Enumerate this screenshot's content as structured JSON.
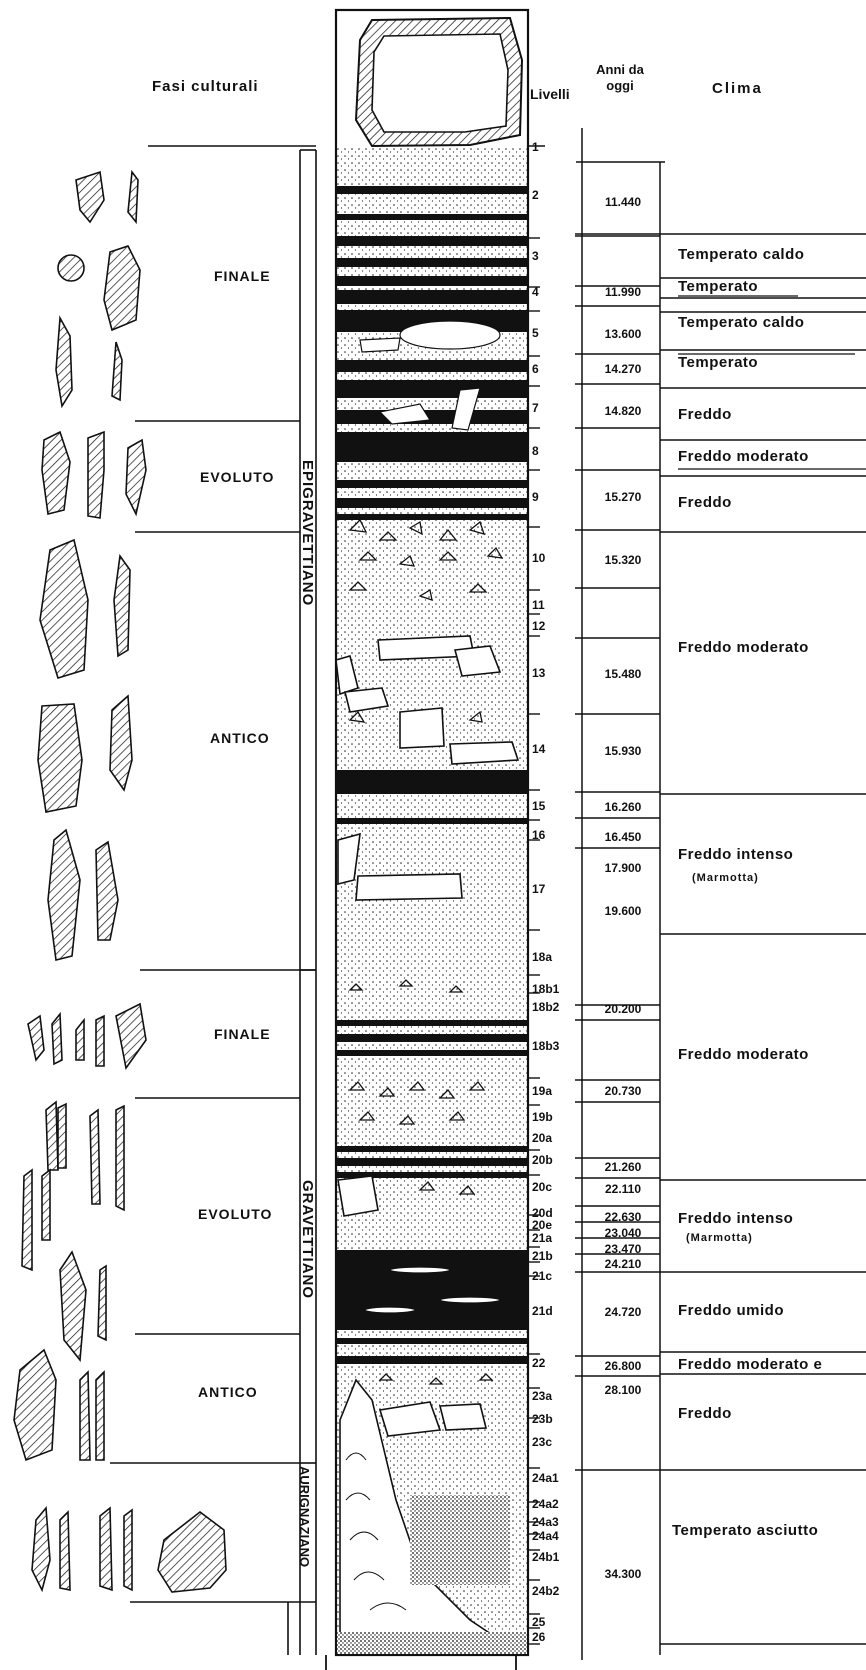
{
  "headers": {
    "fasi": "Fasi culturali",
    "livelli": "Livelli",
    "anni_line1": "Anni da",
    "anni_line2": "oggi",
    "clima": "Clima"
  },
  "cultures": {
    "epigravettiano": "EPIGRAVETTIANO",
    "gravettiano": "GRAVETTIANO",
    "aurignaziano": "AURIGNAZIANO"
  },
  "phases": [
    {
      "label": "FINALE",
      "group": "epigravettiano"
    },
    {
      "label": "EVOLUTO",
      "group": "epigravettiano"
    },
    {
      "label": "ANTICO",
      "group": "epigravettiano"
    },
    {
      "label": "FINALE",
      "group": "gravettiano"
    },
    {
      "label": "EVOLUTO",
      "group": "gravettiano"
    },
    {
      "label": "ANTICO",
      "group": "gravettiano"
    }
  ],
  "levels": [
    "1",
    "2",
    "3",
    "4",
    "5",
    "6",
    "7",
    "8",
    "9",
    "10",
    "11",
    "12",
    "13",
    "14",
    "15",
    "16",
    "17",
    "18a",
    "18b1",
    "18b2",
    "18b3",
    "19a",
    "19b",
    "20a",
    "20b",
    "20c",
    "20d",
    "20e",
    "21a",
    "21b",
    "21c",
    "21d",
    "22",
    "23a",
    "23b",
    "23c",
    "24a1",
    "24a2",
    "24a3",
    "24a4",
    "24b1",
    "24b2",
    "25",
    "26"
  ],
  "dates": [
    "11.440",
    "11.990",
    "13.600",
    "14.270",
    "14.820",
    "15.270",
    "15.320",
    "15.480",
    "15.930",
    "16.260",
    "16.450",
    "17.900",
    "19.600",
    "20.200",
    "20.730",
    "21.260",
    "22.110",
    "22.630",
    "23.040",
    "23.470",
    "24.210",
    "24.720",
    "26.800",
    "28.100",
    "34.300"
  ],
  "clima": [
    "Temperato caldo",
    "Temperato",
    "Temperato caldo",
    "Temperato",
    "Freddo",
    "Freddo moderato",
    "Freddo",
    "Freddo moderato",
    "Freddo intenso",
    "Freddo moderato",
    "Freddo intenso",
    "Freddo umido",
    "Freddo moderato e",
    "Freddo",
    "Temperato asciutto"
  ],
  "clima_notes": [
    "(Marmotta)",
    "(Marmotta)"
  ]
}
